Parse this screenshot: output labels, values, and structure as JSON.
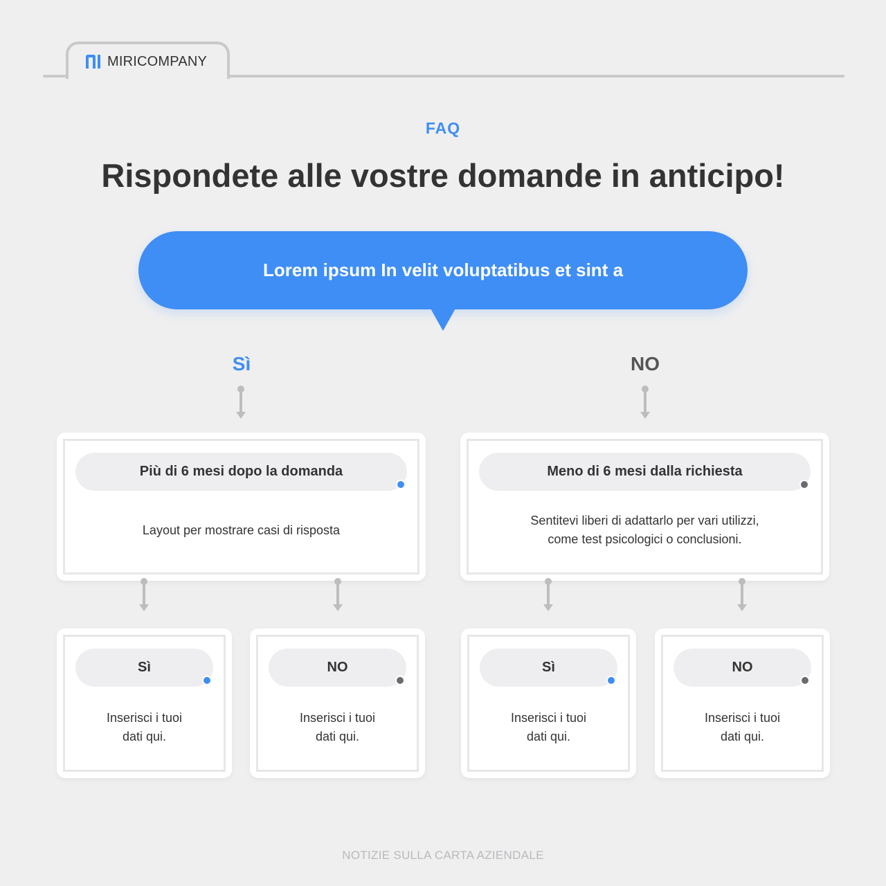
{
  "header": {
    "brand": "MIRICOMPANY"
  },
  "eyebrow": "FAQ",
  "title": "Rispondete alle vostre domande in anticipo!",
  "question": "Lorem ipsum In velit voluptatibus et sint a",
  "branches": {
    "yes_label": "Sì",
    "no_label": "NO"
  },
  "level1": [
    {
      "heading": "Più di 6 mesi dopo la domanda",
      "text": "Layout per mostrare casi di risposta",
      "indicator": "blue"
    },
    {
      "heading": "Meno di 6 mesi dalla richiesta",
      "text_line1": "Sentitevi liberi di adattarlo per vari utilizzi,",
      "text_line2": "come test psicologici o conclusioni.",
      "indicator": "gray"
    }
  ],
  "level2": [
    {
      "heading": "Sì",
      "line1": "Inserisci i tuoi",
      "line2": "dati qui.",
      "indicator": "blue"
    },
    {
      "heading": "NO",
      "line1": "Inserisci i tuoi",
      "line2": "dati qui.",
      "indicator": "gray"
    },
    {
      "heading": "Sì",
      "line1": "Inserisci i tuoi",
      "line2": "dati qui.",
      "indicator": "blue"
    },
    {
      "heading": "NO",
      "line1": "Inserisci i tuoi",
      "line2": "dati qui.",
      "indicator": "gray"
    }
  ],
  "colors": {
    "accent": "#3f8ef5",
    "neutral_dot": "#6b6b6f",
    "background": "#efeff0"
  },
  "footer": "NOTIZIE SULLA CARTA AZIENDALE"
}
